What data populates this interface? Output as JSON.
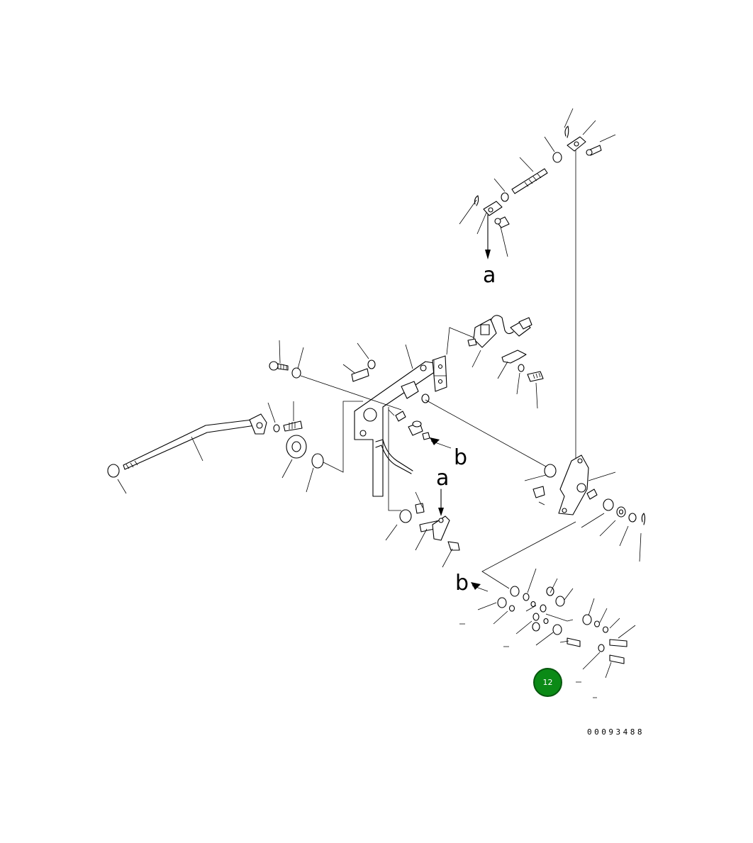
{
  "diagram": {
    "ref_letters": {
      "a": "a",
      "b": "b"
    },
    "document_number": "00093488",
    "page_badge": "12",
    "colors": {
      "line": "#000000",
      "background": "#ffffff",
      "badge": "#0b8a16"
    }
  }
}
